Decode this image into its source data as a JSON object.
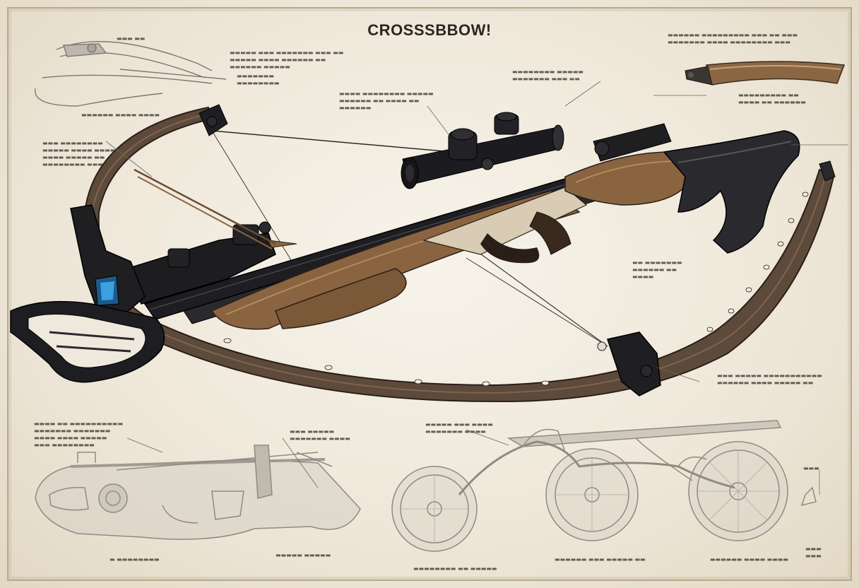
{
  "title": "CROSSSBBOW!",
  "colors": {
    "background": "#efe9dd",
    "frame": "#b9a98c",
    "limb_brown": "#5e4a3a",
    "wood": "#8a6440",
    "metal_dark": "#1e1e22",
    "sketch_gray": "#9a9690",
    "scope_lens": "#3aa0e0"
  },
  "icons": [
    "crossbow-illustration",
    "scope",
    "sketch-crossbow",
    "sketch-wheeled-crossbow",
    "sketch-limb",
    "sketch-handle"
  ]
}
